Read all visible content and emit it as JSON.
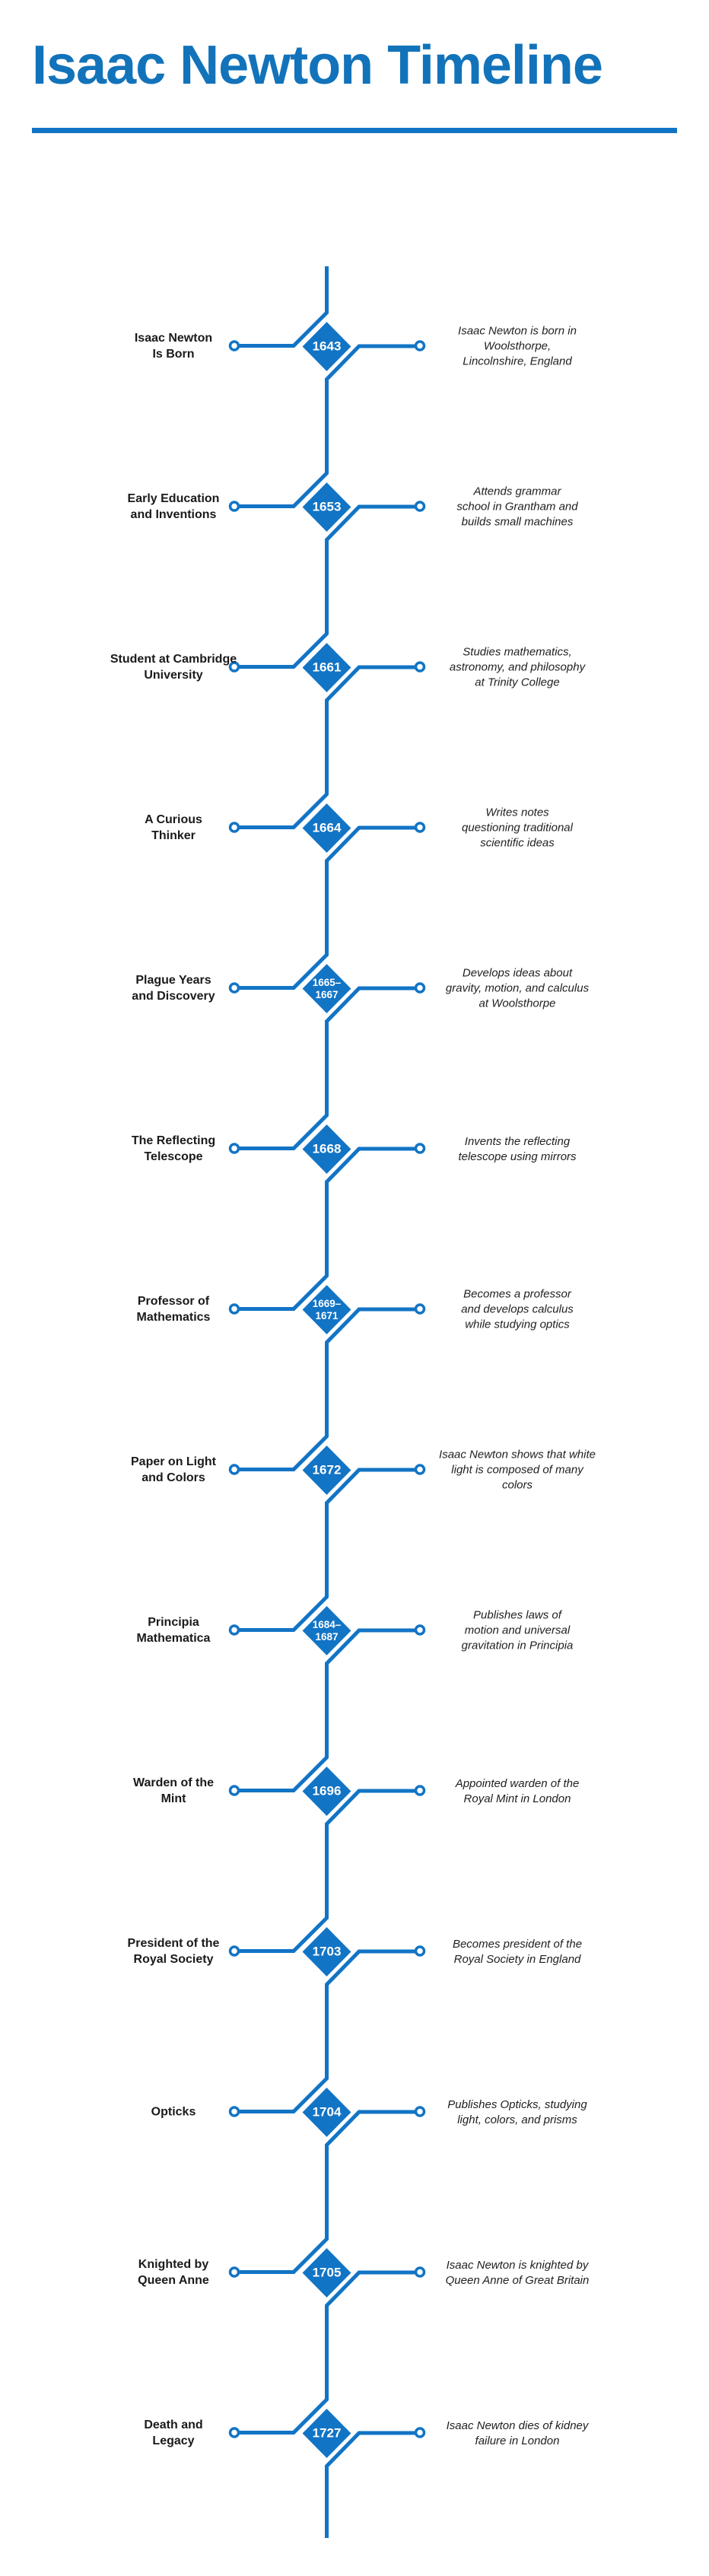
{
  "theme": {
    "accent": "#1274c5",
    "title_color": "#1273ba"
  },
  "header": {
    "title": "Isaac Newton Timeline"
  },
  "entries": [
    {
      "year": "1643",
      "label": "Isaac Newton\nIs Born",
      "desc": "Isaac Newton is born in\nWoolsthorpe,\nLincolnshire, England"
    },
    {
      "year": "1653",
      "label": "Early Education\nand Inventions",
      "desc": "Attends grammar\nschool in Grantham and\nbuilds small machines"
    },
    {
      "year": "1661",
      "label": "Student at Cambridge\nUniversity",
      "desc": "Studies mathematics,\nastronomy, and philosophy\nat Trinity College"
    },
    {
      "year": "1664",
      "label": "A Curious\nThinker",
      "desc": "Writes notes\nquestioning traditional\nscientific ideas"
    },
    {
      "year": "1665–\n1667",
      "label": "Plague Years\nand Discovery",
      "desc": "Develops ideas about\ngravity, motion, and calculus\nat Woolsthorpe"
    },
    {
      "year": "1668",
      "label": "The Reflecting\nTelescope",
      "desc": "Invents the reflecting\ntelescope using mirrors"
    },
    {
      "year": "1669–\n1671",
      "label": "Professor of\nMathematics",
      "desc": "Becomes a professor\nand develops calculus\nwhile studying optics"
    },
    {
      "year": "1672",
      "label": "Paper on Light\nand Colors",
      "desc": "Isaac Newton shows that white\nlight is composed of many\ncolors"
    },
    {
      "year": "1684–\n1687",
      "label": "Principia\nMathematica",
      "desc": "Publishes laws of\nmotion and universal\ngravitation in Principia"
    },
    {
      "year": "1696",
      "label": "Warden of the\nMint",
      "desc": "Appointed warden of the\nRoyal Mint in London"
    },
    {
      "year": "1703",
      "label": "President of the\nRoyal Society",
      "desc": "Becomes president of the\nRoyal Society in England"
    },
    {
      "year": "1704",
      "label": "Opticks",
      "desc": "Publishes Opticks, studying\nlight, colors, and prisms"
    },
    {
      "year": "1705",
      "label": "Knighted by\nQueen Anne",
      "desc": "Isaac Newton is knighted by\nQueen Anne of Great Britain"
    },
    {
      "year": "1727",
      "label": "Death and\nLegacy",
      "desc": "Isaac Newton dies of kidney\nfailure in London"
    }
  ]
}
